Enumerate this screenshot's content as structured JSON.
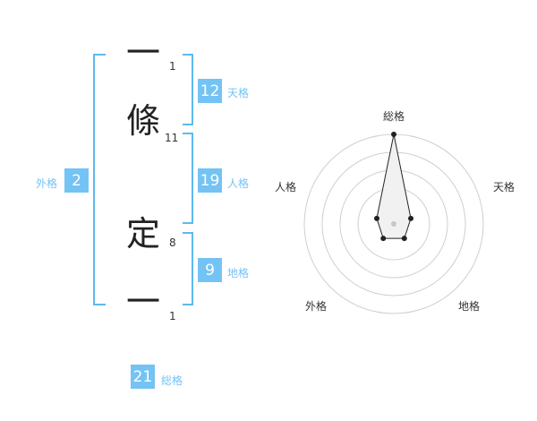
{
  "name": {
    "chars": [
      {
        "char": "一",
        "strokes": "1"
      },
      {
        "char": "條",
        "strokes": "11"
      },
      {
        "char": "定",
        "strokes": "8"
      },
      {
        "char": "一",
        "strokes": "1"
      }
    ]
  },
  "kakusu": {
    "tenkaku": {
      "value": "12",
      "label": "天格"
    },
    "jinkaku": {
      "value": "19",
      "label": "人格"
    },
    "chikaku": {
      "value": "9",
      "label": "地格"
    },
    "gaikaku": {
      "value": "2",
      "label": "外格"
    },
    "soukaku": {
      "value": "21",
      "label": "総格"
    }
  },
  "radar": {
    "axes": [
      "総格",
      "天格",
      "地格",
      "外格",
      "人格"
    ],
    "values": [
      5,
      1,
      1,
      1,
      1
    ],
    "max": 5
  },
  "colors": {
    "accent": "#74c3f5",
    "bracket": "#5eb9f0"
  }
}
